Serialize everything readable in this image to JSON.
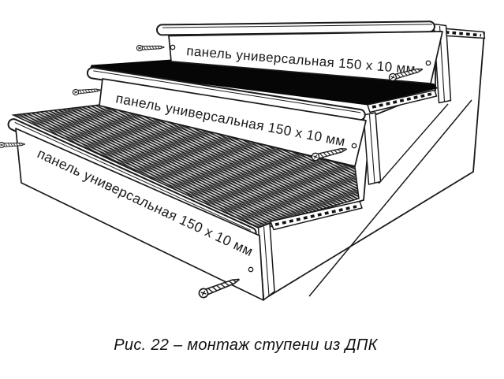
{
  "figure": {
    "caption": "Рис. 22 – монтаж ступени из ДПК",
    "panels": [
      {
        "label": "панель универсальная 150 x 10 мм"
      },
      {
        "label": "панель универсальная 150 x 10 мм"
      },
      {
        "label": "панель универсальная 150 x 10 мм"
      }
    ],
    "colors": {
      "line": "#1a1a1a",
      "tread_shadow": "#060606",
      "background": "#ffffff"
    }
  }
}
